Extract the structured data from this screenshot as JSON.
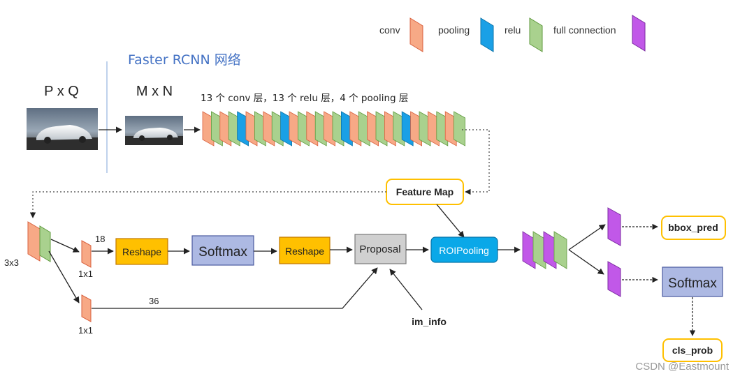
{
  "legend": {
    "conv": "conv",
    "pooling": "pooling",
    "relu": "relu",
    "full_connection": "full connection"
  },
  "colors": {
    "conv": "#f7a986",
    "pooling": "#1aa0e6",
    "relu": "#a9d18e",
    "full_connection": "#c158e8",
    "reshape": "#ffc000",
    "softmax": "#adb9e3",
    "proposal": "#d0d0d0",
    "roipooling": "#0aa8e8",
    "output_box_border": "#ffc000",
    "title": "#4472c4"
  },
  "title": "Faster RCNN 网络",
  "input": {
    "pq_label": "P x Q",
    "mn_label": "M x N",
    "car_image_icon": "car-photo"
  },
  "backbone": {
    "caption": "13 个 conv 层，13 个 relu 层，4 个 pooling 层",
    "layers": [
      "conv",
      "relu",
      "conv",
      "relu",
      "pooling",
      "conv",
      "relu",
      "conv",
      "relu",
      "pooling",
      "conv",
      "relu",
      "conv",
      "relu",
      "conv",
      "relu",
      "pooling",
      "conv",
      "relu",
      "conv",
      "relu",
      "conv",
      "relu",
      "pooling",
      "conv",
      "relu",
      "conv",
      "relu",
      "conv",
      "relu"
    ]
  },
  "feature_map": "Feature Map",
  "rpn": {
    "conv3x3_label": "3x3",
    "conv1x1_top_label": "1x1",
    "conv1x1_bottom_label": "1x1",
    "channels_top": "18",
    "channels_bottom": "36",
    "reshape1": "Reshape",
    "softmax": "Softmax",
    "reshape2": "Reshape",
    "proposal": "Proposal",
    "im_info": "im_info"
  },
  "roi": {
    "roipooling": "ROIPooling",
    "fc_layers": [
      "full_connection",
      "relu",
      "full_connection",
      "relu"
    ]
  },
  "outputs": {
    "bbox_pred": "bbox_pred",
    "softmax": "Softmax",
    "cls_prob": "cls_prob"
  },
  "watermark": "CSDN @Eastmount"
}
